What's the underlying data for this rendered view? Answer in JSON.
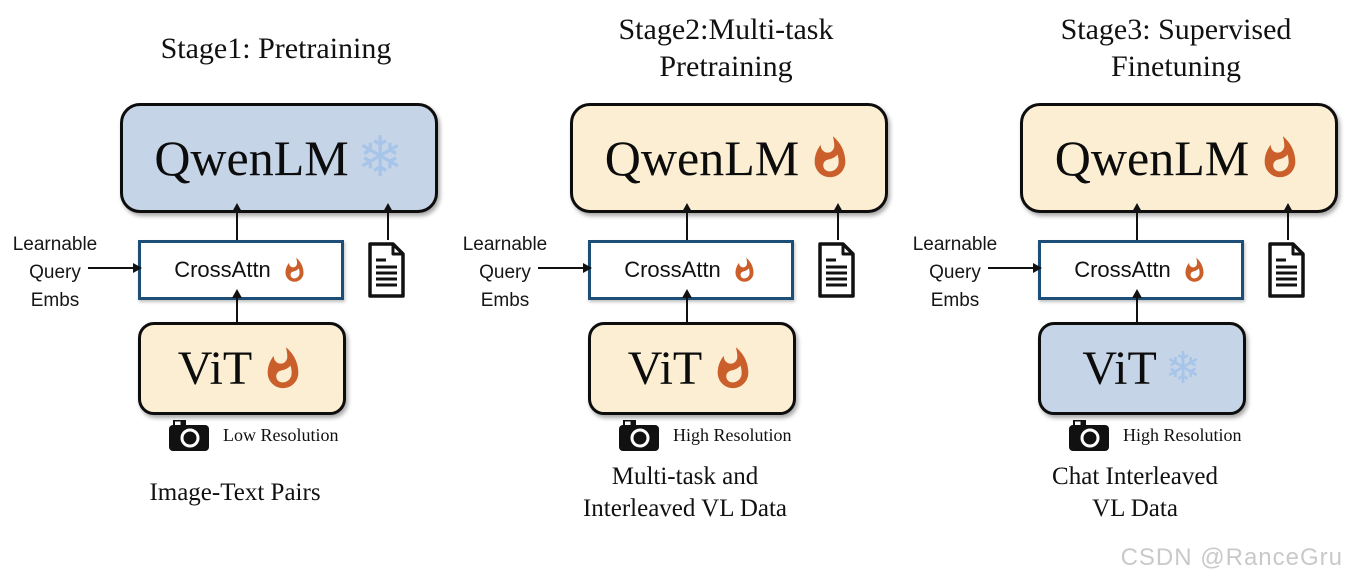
{
  "icons": {
    "snowflake_glyph": "❄",
    "frozen_icon": "snowflake-icon",
    "trainable_icon": "flame-icon",
    "camera_icon": "camera-icon",
    "document_icon": "document-icon"
  },
  "colors": {
    "frozen_fill": "#c6d4e8",
    "trainable_fill": "#fbeed3",
    "flame_orange": "#cb5f2b",
    "snowflake_blue": "#a6c5e9",
    "crossattn_border": "#1d4e77",
    "watermark_gray": "#c9c9c9"
  },
  "stages": [
    {
      "title_lines": [
        "Stage1: Pretraining"
      ],
      "qwenlm": {
        "label": "QwenLM",
        "state": "frozen"
      },
      "crossattn": {
        "label": "CrossAttn",
        "state": "trainable"
      },
      "learnable_lines": [
        "Learnable",
        "Query",
        "Embs"
      ],
      "vit": {
        "label": "ViT",
        "state": "trainable"
      },
      "resolution": "Low Resolution",
      "caption_lines": [
        "Image-Text Pairs"
      ]
    },
    {
      "title_lines": [
        "Stage2:Multi-task",
        "Pretraining"
      ],
      "qwenlm": {
        "label": "QwenLM",
        "state": "trainable"
      },
      "crossattn": {
        "label": "CrossAttn",
        "state": "trainable"
      },
      "learnable_lines": [
        "Learnable",
        "Query",
        "Embs"
      ],
      "vit": {
        "label": "ViT",
        "state": "trainable"
      },
      "resolution": "High Resolution",
      "caption_lines": [
        "Multi-task and",
        "Interleaved VL Data"
      ]
    },
    {
      "title_lines": [
        "Stage3: Supervised",
        "Finetuning"
      ],
      "qwenlm": {
        "label": "QwenLM",
        "state": "trainable"
      },
      "crossattn": {
        "label": "CrossAttn",
        "state": "trainable"
      },
      "learnable_lines": [
        "Learnable",
        "Query",
        "Embs"
      ],
      "vit": {
        "label": "ViT",
        "state": "frozen"
      },
      "resolution": "High Resolution",
      "caption_lines": [
        "Chat Interleaved",
        "VL Data"
      ]
    }
  ],
  "watermark": "CSDN @RanceGru"
}
